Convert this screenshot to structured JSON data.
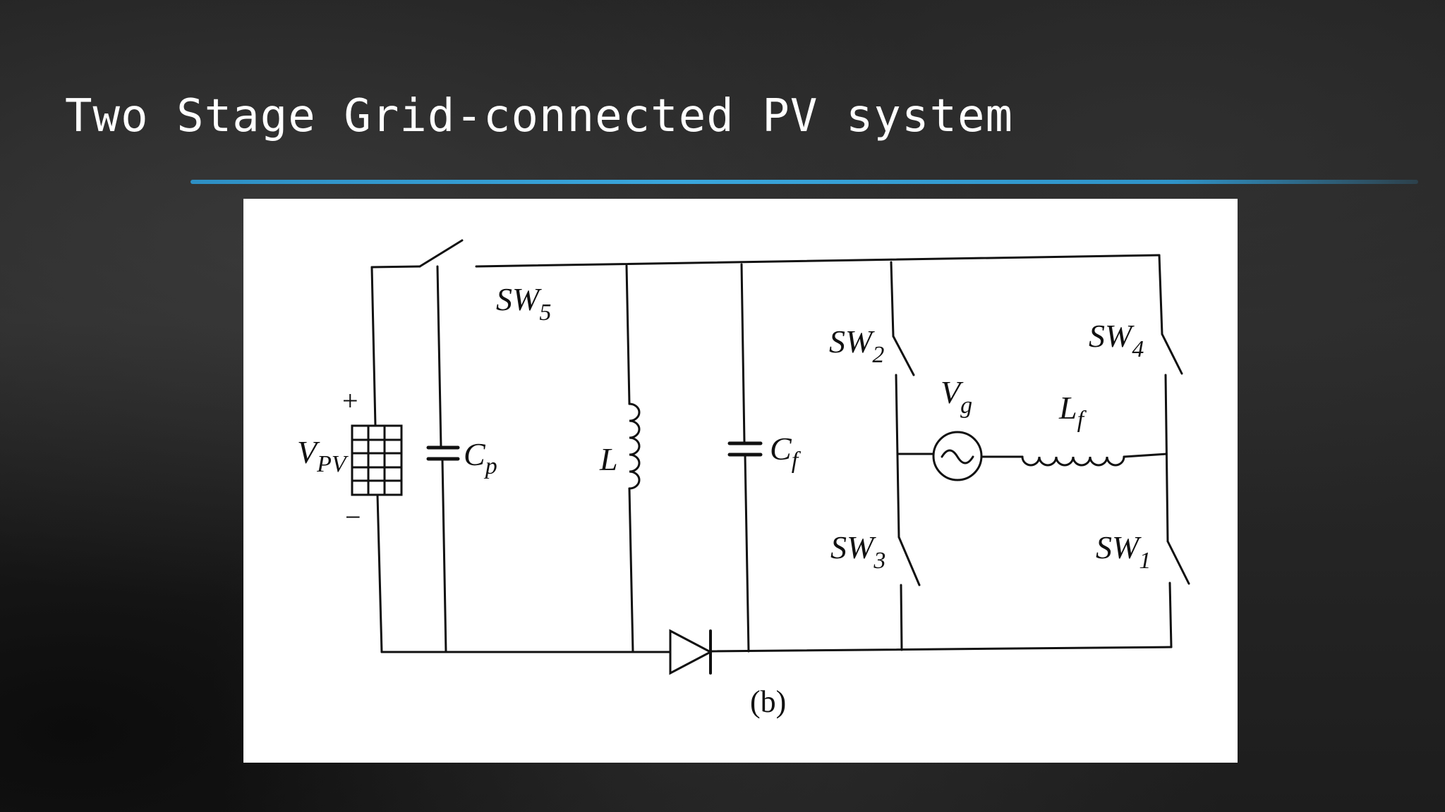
{
  "slide": {
    "title": "Two Stage Grid-connected PV system",
    "accent_color": "#3aa6dc"
  },
  "diagram": {
    "source": {
      "main": "V",
      "sub": "PV",
      "plus": "+",
      "minus": "−"
    },
    "cp": {
      "main": "C",
      "sub": "p"
    },
    "sw5": {
      "main": "SW",
      "sub": "5"
    },
    "inductor": {
      "main": "L"
    },
    "cf": {
      "main": "C",
      "sub": "f"
    },
    "sw2": {
      "main": "SW",
      "sub": "2"
    },
    "sw4": {
      "main": "SW",
      "sub": "4"
    },
    "sw3": {
      "main": "SW",
      "sub": "3"
    },
    "sw1": {
      "main": "SW",
      "sub": "1"
    },
    "grid": {
      "main": "V",
      "sub": "g"
    },
    "lf": {
      "main": "L",
      "sub": "f"
    },
    "caption": "(b)"
  }
}
